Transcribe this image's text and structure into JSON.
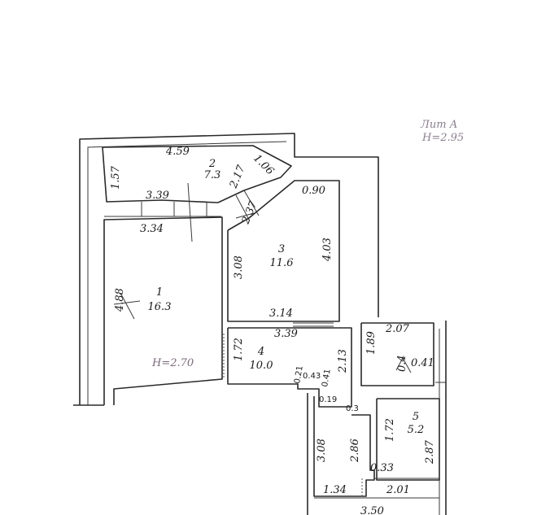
{
  "header": {
    "lit": "Лит А",
    "height": "Н=2.95"
  },
  "rooms": [
    {
      "number": "1",
      "area": "16.3"
    },
    {
      "number": "2",
      "area": "7.3"
    },
    {
      "number": "3",
      "area": "11.6"
    },
    {
      "number": "4",
      "area": "10.0"
    },
    {
      "number": "5",
      "area": "5.2"
    }
  ],
  "room_height": "Н=2.70",
  "dimensions": [
    "4.59",
    "1.06",
    "1.57",
    "3.39",
    "2.17",
    "0.90",
    "2.37",
    "3.34",
    "4.03",
    "3.08",
    "4.88",
    "3.14",
    "3.39",
    "1.72",
    "2.13",
    "1.89",
    "2.07",
    "0.4",
    "0.41",
    "0.21",
    "0.43",
    "0.41",
    "0.19",
    "0.3",
    "1.72",
    "2.87",
    "3.08",
    "2.86",
    "0.33",
    "1.34",
    "2.01",
    "3.50"
  ]
}
